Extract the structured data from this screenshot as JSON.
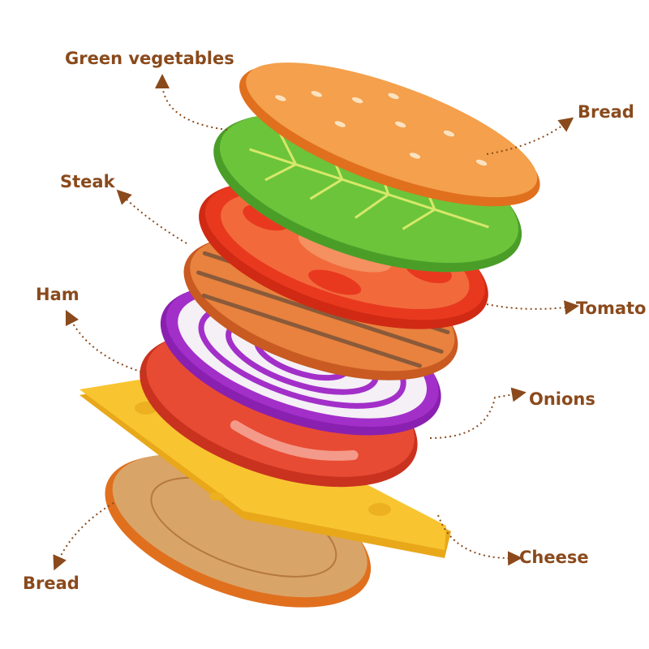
{
  "labels": {
    "green_vegetables": "Green vegetables",
    "bread_top": "Bread",
    "steak": "Steak",
    "tomato": "Tomato",
    "ham": "Ham",
    "onions": "Onions",
    "cheese": "Cheese",
    "bread_bottom": "Bread"
  },
  "colors": {
    "label": "#8a4a1c",
    "bread": "#f4a04c",
    "lettuce": "#6cc43a",
    "tomato": "#e8391f",
    "steak": "#e8823e",
    "onion": "#a32fc9",
    "ham": "#e84b33",
    "cheese": "#f8c531"
  }
}
